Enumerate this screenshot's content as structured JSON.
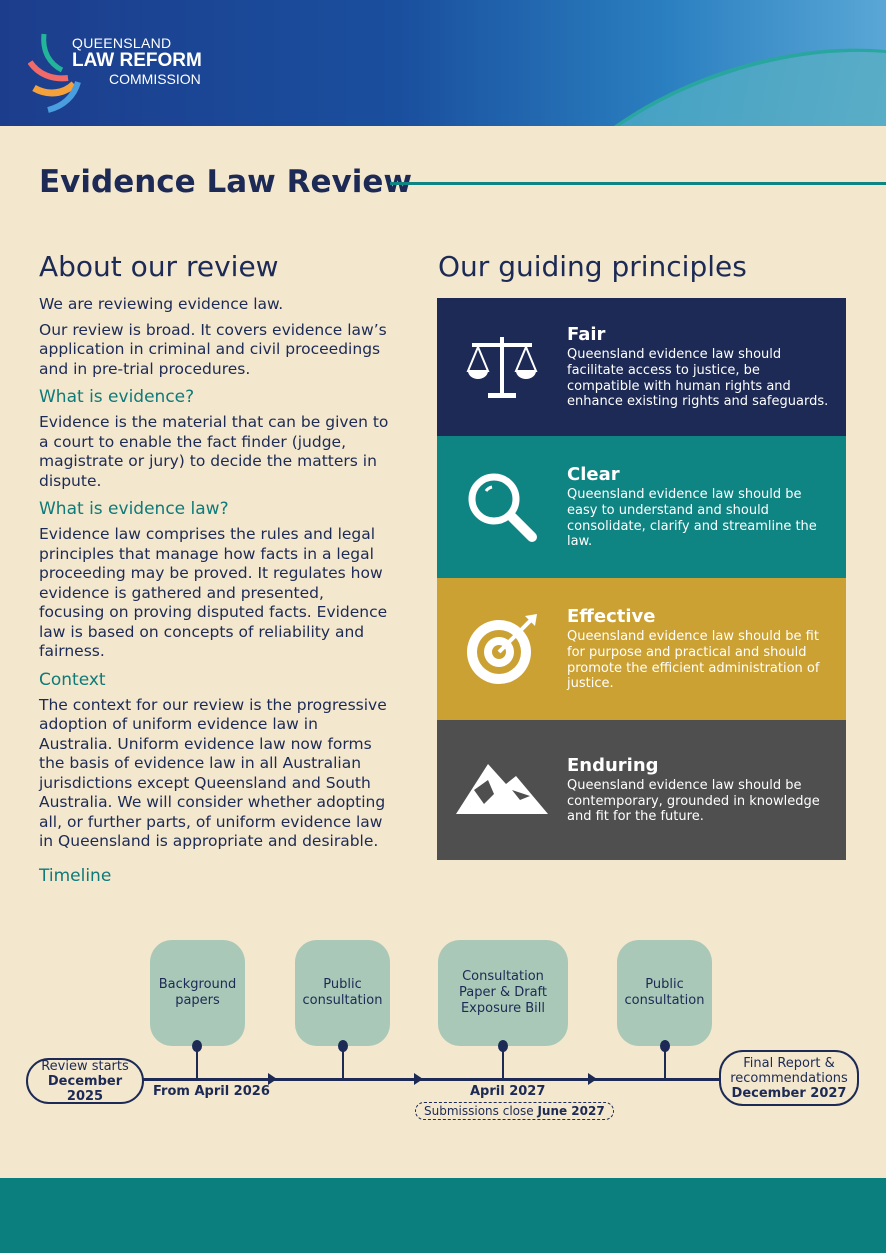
{
  "header": {
    "org_line1": "QUEENSLAND",
    "org_line2": "LAW REFORM",
    "org_line3": "COMMISSION"
  },
  "title": "Evidence Law Review",
  "about": {
    "heading": "About our review",
    "intro1": "We are reviewing evidence law.",
    "intro2": "Our review is broad. It covers evidence law’s application in criminal and civil proceedings and in pre-trial procedures.",
    "sections": [
      {
        "heading": "What is evidence?",
        "body": "Evidence is the material that can be given to a court to enable the fact finder (judge, magistrate or jury) to decide the matters in dispute."
      },
      {
        "heading": "What is evidence law?",
        "body": "Evidence law comprises the rules and legal principles that manage how facts in a legal proceeding may be proved. It regulates how evidence is gathered and presented, focusing on proving disputed facts. Evidence law is based on concepts of reliability and fairness."
      },
      {
        "heading": "Context",
        "body": "The context for our review is the progressive adoption of uniform evidence law in Australia. Uniform evidence law now forms the basis of evidence law in all Australian jurisdictions except Queensland and South Australia. We will consider whether adopting all, or further parts, of uniform evidence law in Queensland is appropriate and desirable."
      }
    ],
    "timeline_heading": "Timeline"
  },
  "principles": {
    "heading": "Our guiding principles",
    "items": [
      {
        "title": "Fair",
        "body": "Queensland evidence law should facilitate access to justice, be compatible with human rights and enhance existing rights and safeguards.",
        "icon": "scales-icon",
        "color": "#1c2a55"
      },
      {
        "title": "Clear",
        "body": "Queensland evidence law should be easy to understand and should consolidate, clarify and streamline the law.",
        "icon": "magnifier-icon",
        "color": "#0e8583"
      },
      {
        "title": "Effective",
        "body": "Queensland evidence law should be fit for purpose and practical and should promote the efficient administration of justice.",
        "icon": "target-icon",
        "color": "#cca133"
      },
      {
        "title": "Enduring",
        "body": "Queensland evidence law should be contemporary, grounded in knowledge and fit for the future.",
        "icon": "mountain-icon",
        "color": "#4f4f4f"
      }
    ]
  },
  "timeline": {
    "start_line1": "Review starts",
    "start_line2": "December 2025",
    "bubbles": [
      "Background papers",
      "Public consultation",
      "Consultation Paper & Draft Exposure Bill",
      "Public consultation"
    ],
    "date1": "From April 2026",
    "date2": "April 2027",
    "submissions_prefix": "Submissions close ",
    "submissions_date": "June 2027",
    "end_line1": "Final Report &",
    "end_line2": "recommendations",
    "end_line3": "December 2027"
  }
}
